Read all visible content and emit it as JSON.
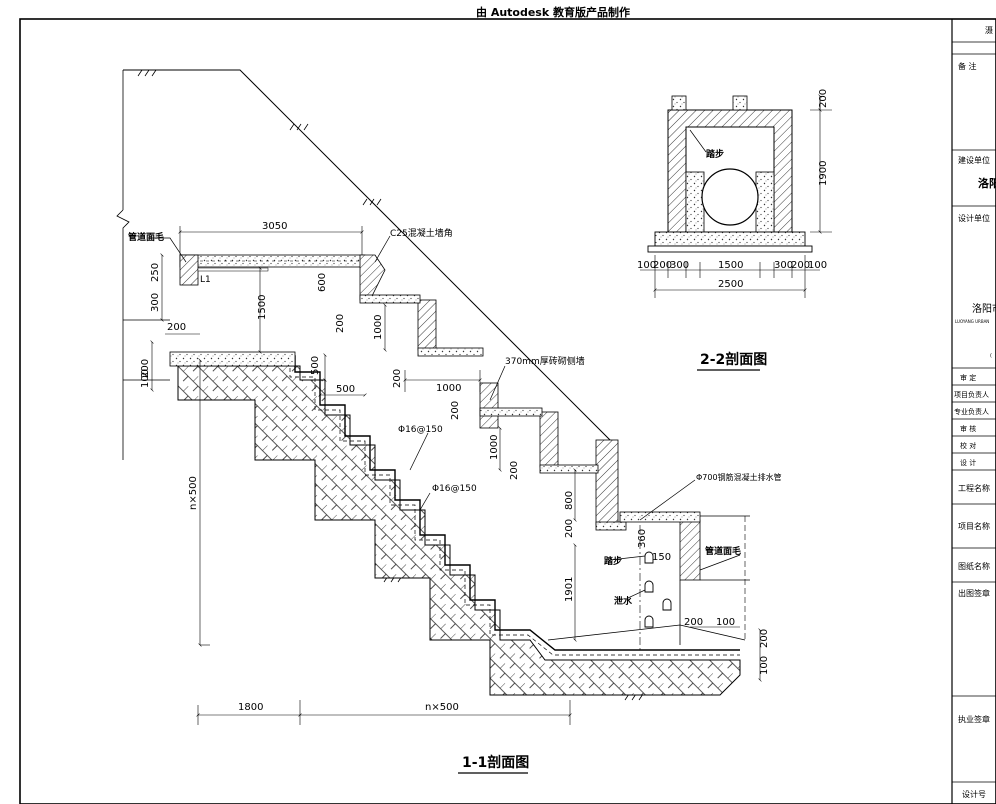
{
  "header": {
    "watermark": "由 Autodesk 教育版产品制作"
  },
  "section_1_1": {
    "title": "1-1剖面图",
    "labels": {
      "drain_hole_top": "管道面毛",
      "concrete_corner": "C25混凝土墙角",
      "l1": "L1",
      "wall_370": "370mm厚砖砌侧墙",
      "rebar_a": "Φ16@150",
      "rebar_b": "Φ16@150",
      "pipe_700": "Φ700钢筋混凝土排水管",
      "step_rung": "踏步",
      "drain_hole_side": "管道面毛",
      "weep": "泄水"
    },
    "dims": {
      "d3050": "3050",
      "d300": "300",
      "d250": "250",
      "d200a": "200",
      "d200b": "200",
      "d100": "100",
      "d1500": "1500",
      "d600": "600",
      "d200c": "200",
      "d1000a": "1000",
      "d200d": "200",
      "d500a": "500",
      "d500b": "500",
      "d1000b": "1000",
      "d200e": "200",
      "d1000c": "1000",
      "d200f": "200",
      "d800": "800",
      "d200g": "200",
      "d360": "360",
      "d150": "150",
      "d1901": "1901",
      "d200h": "200",
      "d100b": "100",
      "d200i": "200",
      "d100c": "100",
      "nx500_v": "n×500",
      "d1800": "1800",
      "nx500_h": "n×500"
    }
  },
  "section_2_2": {
    "title": "2-2剖面图",
    "labels": {
      "step": "踏步"
    },
    "dims": {
      "d200": "200",
      "d1900": "1900",
      "b100a": "100",
      "b200a": "200",
      "b300a": "300",
      "b1500": "1500",
      "b300b": "300",
      "b200b": "200",
      "b100b": "100",
      "b2500": "2500"
    }
  },
  "title_block": {
    "top": "滠",
    "notes": "备 注",
    "client_label": "建设单位",
    "client_value": "洛阳",
    "designer_label": "设计单位",
    "designer_value": "洛阳市",
    "designer_sub": "LUOYANG URBAN",
    "small_mark": "(",
    "rows": [
      "审    定",
      "项目负责人",
      "专业负责人",
      "审    核",
      "校    对",
      "设    计"
    ],
    "project_name": "工程名称",
    "item_name": "项目名称",
    "drawing_name": "图纸名称",
    "issue_seal": "出图签章",
    "license_seal": "执业签章",
    "design_no": "设计号"
  }
}
